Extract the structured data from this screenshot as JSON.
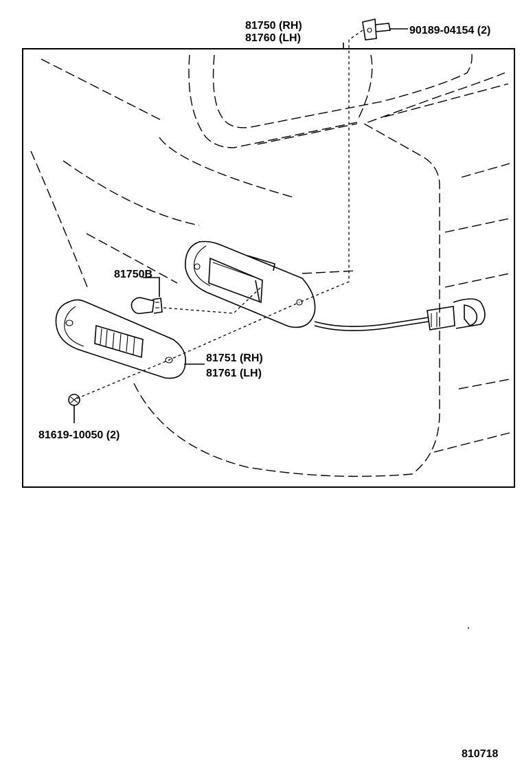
{
  "labels": {
    "lamp_rh": "81750 (RH)",
    "lamp_lh": "81760 (LH)",
    "clip": "90189-04154 (2)",
    "bulb": "81750B",
    "lens_rh": "81751 (RH)",
    "lens_lh": "81761 (LH)",
    "screw": "81619-10050 (2)",
    "figure_id": "810718"
  },
  "colors": {
    "ink": "#000000",
    "paper": "#ffffff"
  }
}
